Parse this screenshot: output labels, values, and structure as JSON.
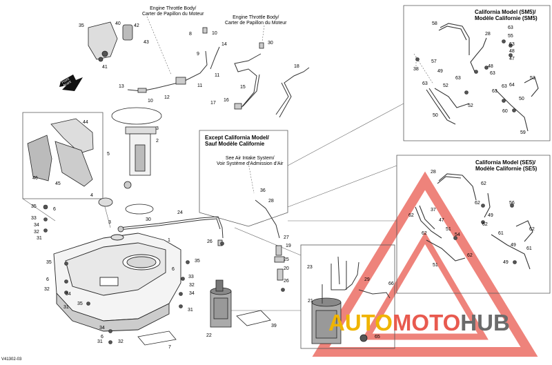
{
  "headers": {
    "throttle_body_top": [
      "Engine Throttle Body/",
      "Carter de Papillon du Moteur"
    ],
    "throttle_body_right": [
      "Engine Throttle Body/",
      "Carter de Papillon du Moteur"
    ],
    "front_arrow": [
      "Front",
      "Avant"
    ],
    "except_california": [
      "Except California Model/",
      "Sauf Modèle Californie"
    ],
    "air_intake": [
      "See Air Intake System/",
      "Voir Système d'Admission d'Air"
    ],
    "california_sm5": [
      "California Model (SM5)/",
      "Modèle Californie (SM5)"
    ],
    "california_se5": [
      "California Model (SE5)/",
      "Modèle Californie (SE5)"
    ]
  },
  "diagram_code": "V41302-03",
  "watermark": {
    "part1": "AUTO",
    "part2": "MOTO",
    "part3": "HUB",
    "colors": {
      "auto": "#f0b400",
      "moto": "#e85a4f",
      "hub": "#6b6b6b",
      "triangle": "#e85a4f"
    }
  },
  "callouts": [
    {
      "id": "c35a",
      "text": "35"
    },
    {
      "id": "c40",
      "text": "40"
    },
    {
      "id": "c42",
      "text": "42"
    },
    {
      "id": "c43",
      "text": "43"
    },
    {
      "id": "c41",
      "text": "41"
    },
    {
      "id": "c8",
      "text": "8"
    },
    {
      "id": "c10a",
      "text": "10"
    },
    {
      "id": "c9",
      "text": "9"
    },
    {
      "id": "c14",
      "text": "14"
    },
    {
      "id": "c11a",
      "text": "11"
    },
    {
      "id": "c11b",
      "text": "11"
    },
    {
      "id": "c30a",
      "text": "30"
    },
    {
      "id": "c18",
      "text": "18"
    },
    {
      "id": "c15",
      "text": "15"
    },
    {
      "id": "c13",
      "text": "13"
    },
    {
      "id": "c12",
      "text": "12"
    },
    {
      "id": "c10b",
      "text": "10"
    },
    {
      "id": "c17",
      "text": "17"
    },
    {
      "id": "c16",
      "text": "16"
    },
    {
      "id": "c3a",
      "text": "3"
    },
    {
      "id": "c2",
      "text": "2"
    },
    {
      "id": "c5",
      "text": "5"
    },
    {
      "id": "c44",
      "text": "44"
    },
    {
      "id": "c46",
      "text": "46"
    },
    {
      "id": "c45",
      "text": "45"
    },
    {
      "id": "c4",
      "text": "4"
    },
    {
      "id": "c24",
      "text": "24"
    },
    {
      "id": "c3b",
      "text": "3"
    },
    {
      "id": "c30b",
      "text": "30"
    },
    {
      "id": "c35b",
      "text": "35"
    },
    {
      "id": "c6a",
      "text": "6"
    },
    {
      "id": "c33a",
      "text": "33"
    },
    {
      "id": "c34a",
      "text": "34"
    },
    {
      "id": "c32a",
      "text": "32"
    },
    {
      "id": "c31a",
      "text": "31"
    },
    {
      "id": "c1",
      "text": "1"
    },
    {
      "id": "c35c",
      "text": "35"
    },
    {
      "id": "c6b",
      "text": "6"
    },
    {
      "id": "c32b",
      "text": "32"
    },
    {
      "id": "c34b",
      "text": "34"
    },
    {
      "id": "c31b",
      "text": "31"
    },
    {
      "id": "c35d",
      "text": "35"
    },
    {
      "id": "c35e",
      "text": "35"
    },
    {
      "id": "c6c",
      "text": "6"
    },
    {
      "id": "c33b",
      "text": "33"
    },
    {
      "id": "c32c",
      "text": "32"
    },
    {
      "id": "c34c",
      "text": "34"
    },
    {
      "id": "c31c",
      "text": "31"
    },
    {
      "id": "c34d",
      "text": "34"
    },
    {
      "id": "c6d",
      "text": "6"
    },
    {
      "id": "c31d",
      "text": "31"
    },
    {
      "id": "c32d",
      "text": "32"
    },
    {
      "id": "c7",
      "text": "7"
    },
    {
      "id": "c26a",
      "text": "26"
    },
    {
      "id": "c22",
      "text": "22"
    },
    {
      "id": "c39",
      "text": "39"
    },
    {
      "id": "c36",
      "text": "36"
    },
    {
      "id": "c28a",
      "text": "28"
    },
    {
      "id": "c27",
      "text": "27"
    },
    {
      "id": "c19",
      "text": "19"
    },
    {
      "id": "c25",
      "text": "25"
    },
    {
      "id": "c20",
      "text": "20"
    },
    {
      "id": "c26b",
      "text": "26"
    },
    {
      "id": "c23",
      "text": "23"
    },
    {
      "id": "c21",
      "text": "21"
    },
    {
      "id": "c29",
      "text": "29"
    },
    {
      "id": "c66",
      "text": "66"
    },
    {
      "id": "c65",
      "text": "65"
    },
    {
      "id": "c58",
      "text": "58"
    },
    {
      "id": "c28b",
      "text": "28"
    },
    {
      "id": "c63a",
      "text": "63"
    },
    {
      "id": "c55",
      "text": "55"
    },
    {
      "id": "c63b",
      "text": "63"
    },
    {
      "id": "c48a",
      "text": "48"
    },
    {
      "id": "c47a",
      "text": "47"
    },
    {
      "id": "c38",
      "text": "38"
    },
    {
      "id": "c57",
      "text": "57"
    },
    {
      "id": "c48b",
      "text": "48"
    },
    {
      "id": "c63c",
      "text": "63"
    },
    {
      "id": "c49a",
      "text": "49"
    },
    {
      "id": "c63d",
      "text": "63"
    },
    {
      "id": "c63e",
      "text": "63"
    },
    {
      "id": "c52a",
      "text": "52"
    },
    {
      "id": "c63f",
      "text": "63"
    },
    {
      "id": "c64",
      "text": "64"
    },
    {
      "id": "c53",
      "text": "53"
    },
    {
      "id": "c63g",
      "text": "63"
    },
    {
      "id": "c50a",
      "text": "50"
    },
    {
      "id": "c52b",
      "text": "52"
    },
    {
      "id": "c60",
      "text": "60"
    },
    {
      "id": "c50b",
      "text": "50"
    },
    {
      "id": "c59",
      "text": "59"
    },
    {
      "id": "c28c",
      "text": "28"
    },
    {
      "id": "c62a",
      "text": "62"
    },
    {
      "id": "c62b",
      "text": "62"
    },
    {
      "id": "c56",
      "text": "56"
    },
    {
      "id": "c37",
      "text": "37"
    },
    {
      "id": "c62c",
      "text": "62"
    },
    {
      "id": "c47b",
      "text": "47"
    },
    {
      "id": "c49b",
      "text": "49"
    },
    {
      "id": "c62d",
      "text": "62"
    },
    {
      "id": "c51a",
      "text": "51"
    },
    {
      "id": "c62e",
      "text": "62"
    },
    {
      "id": "c54",
      "text": "54"
    },
    {
      "id": "c61a",
      "text": "61"
    },
    {
      "id": "c62f",
      "text": "62"
    },
    {
      "id": "c49c",
      "text": "49"
    },
    {
      "id": "c62g",
      "text": "62"
    },
    {
      "id": "c61b",
      "text": "61"
    },
    {
      "id": "c51b",
      "text": "51"
    },
    {
      "id": "c49d",
      "text": "49"
    }
  ]
}
